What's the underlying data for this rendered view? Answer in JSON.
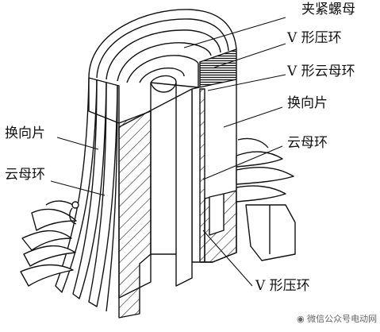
{
  "labels": {
    "clamp_nut": "夹紧螺母",
    "v_press_ring_top": "V 形压环",
    "v_mica_ring": "V 形云母环",
    "commutator_segment_right": "换向片",
    "mica_ring_right": "云母环",
    "commutator_segment_left": "换向片",
    "mica_ring_left": "云母环",
    "v_press_ring_bottom": "V 形压环"
  },
  "watermark": {
    "text": "微信公众号电动网"
  }
}
